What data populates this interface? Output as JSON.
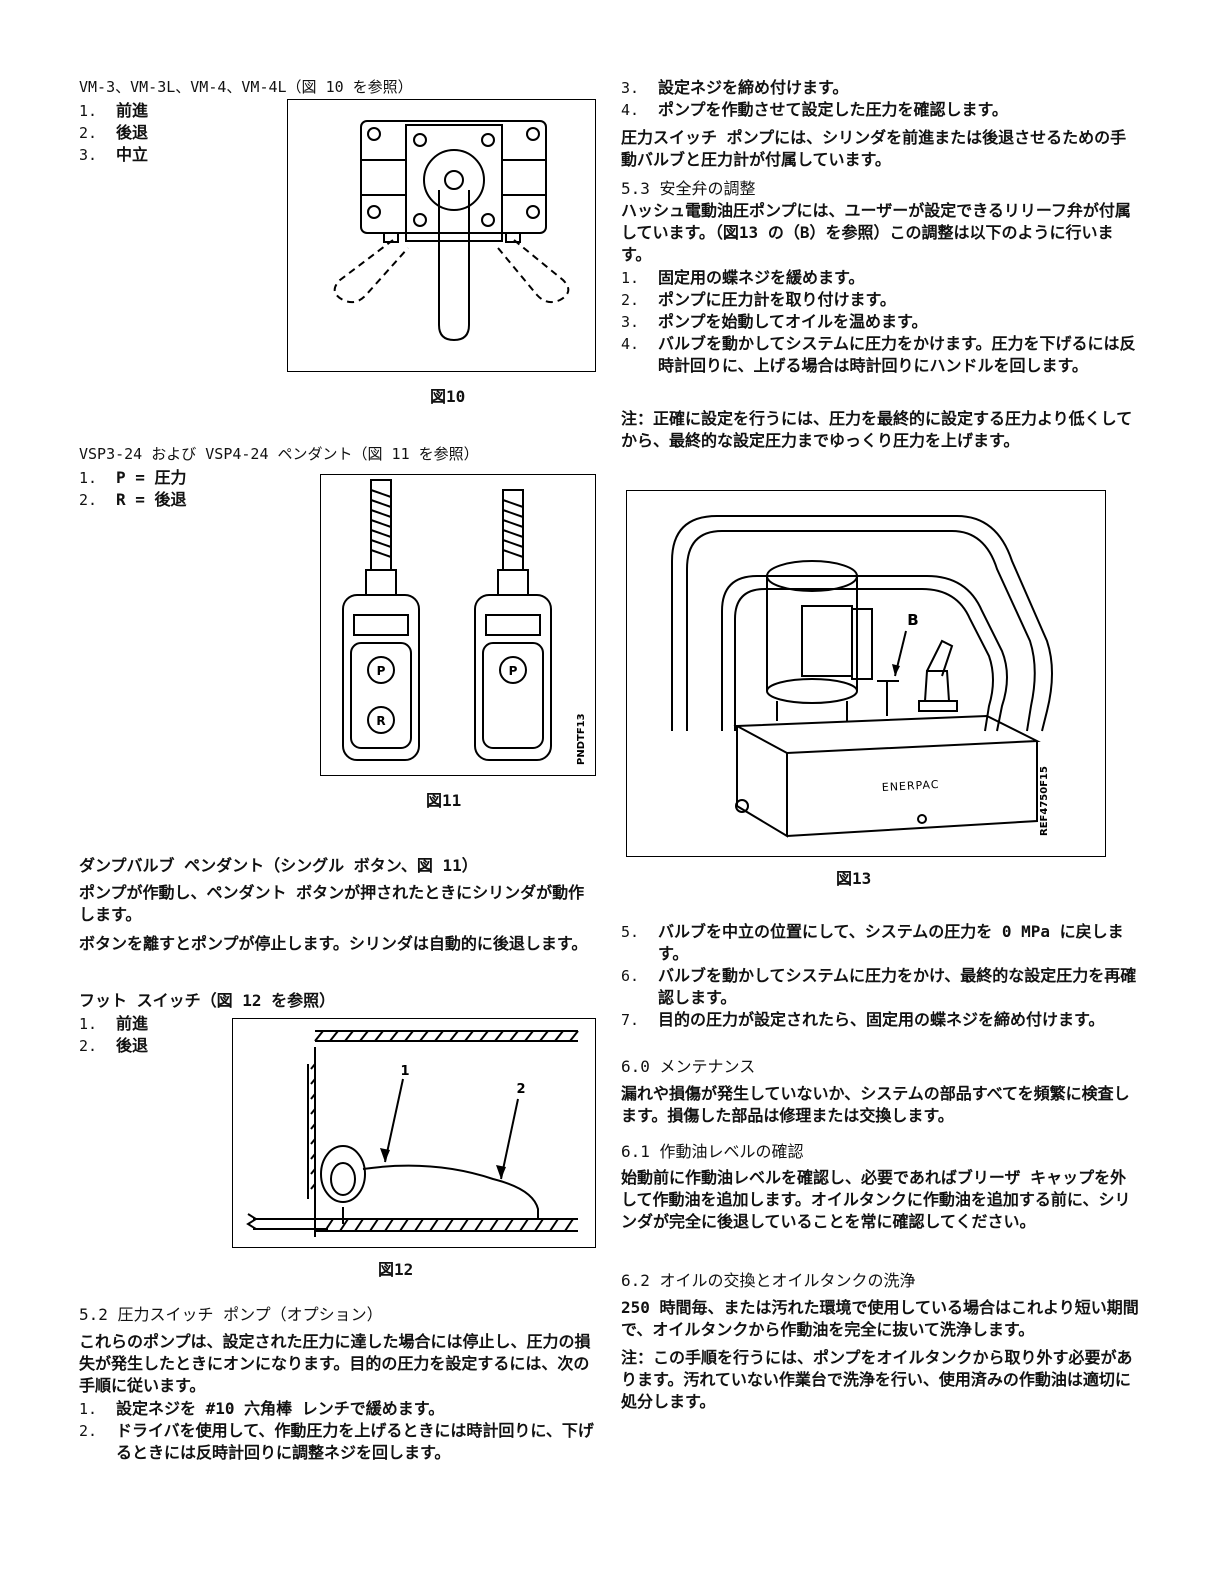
{
  "left": {
    "s1": {
      "heading": "VM-3、VM-3L、VM-4、VM-4L（図 10 を参照）",
      "items": [
        {
          "num": "1.",
          "text": "前進"
        },
        {
          "num": "2.",
          "text": "後退"
        },
        {
          "num": "3.",
          "text": "中立"
        }
      ],
      "figure_caption": "図10"
    },
    "s2": {
      "heading": "VSP3-24 および VSP4-24 ペンダント（図 11 を参照）",
      "items": [
        {
          "num": "1.",
          "text": "P = 圧力"
        },
        {
          "num": "2.",
          "text": "R = 後退"
        }
      ],
      "figure_caption": "図11",
      "figure_code": "PNDTF13"
    },
    "s3": {
      "heading": "ダンプバルブ ペンダント（シングル ボタン、図 11）",
      "p1": "ポンプが作動し、ペンダント ボタンが押されたときにシリンダが動作します。",
      "p2": "ボタンを離すとポンプが停止します。シリンダは自動的に後退します。"
    },
    "s4": {
      "heading": "フット スイッチ（図 12 を参照）",
      "items": [
        {
          "num": "1.",
          "text": "前進"
        },
        {
          "num": "2.",
          "text": "後退"
        }
      ],
      "figure_caption": "図12",
      "callout1": "1",
      "callout2": "2"
    },
    "s5": {
      "heading": "5.2 圧力スイッチ ポンプ（オプション）",
      "p1": "これらのポンプは、設定された圧力に達した場合には停止し、圧力の損失が発生したときにオンになります。目的の圧力を設定するには、次の手順に従います。",
      "items": [
        {
          "num": "1.",
          "text": "設定ネジを #10 六角棒 レンチで緩めます。"
        },
        {
          "num": "2.",
          "text": "ドライバを使用して、作動圧力を上げるときには時計回りに、下げるときには反時計回りに調整ネジを回します。"
        }
      ]
    }
  },
  "right": {
    "s1": {
      "items": [
        {
          "num": "3.",
          "text": "設定ネジを締め付けます。"
        },
        {
          "num": "4.",
          "text": "ポンプを作動させて設定した圧力を確認します。"
        }
      ],
      "p1": "圧力スイッチ ポンプには、シリンダを前進または後退させるための手動バルブと圧力計が付属しています。"
    },
    "s2": {
      "heading": "5.3 安全弁の調整",
      "p1": "ハッシュ電動油圧ポンプには、ユーザーが設定できるリリーフ弁が付属しています。（図13 の（B）を参照）この調整は以下のように行います。",
      "items": [
        {
          "num": "1.",
          "text": "固定用の蝶ネジを緩めます。"
        },
        {
          "num": "2.",
          "text": "ポンプに圧力計を取り付けます。"
        },
        {
          "num": "3.",
          "text": "ポンプを始動してオイルを温めます。"
        },
        {
          "num": "4.",
          "text": "バルブを動かしてシステムに圧力をかけます。圧力を下げるには反時計回りに、上げる場合は時計回りにハンドルを回します。"
        }
      ],
      "note": "注：正確に設定を行うには、圧力を最終的に設定する圧力より低くしてから、最終的な設定圧力までゆっくり圧力を上げます。"
    },
    "fig13": {
      "caption": "図13",
      "label_b": "B",
      "brand": "ENERPAC",
      "code": "REF4750F15"
    },
    "s3": {
      "items": [
        {
          "num": "5.",
          "text": "バルブを中立の位置にして、システムの圧力を 0 MPa に戻します。"
        },
        {
          "num": "6.",
          "text": "バルブを動かしてシステムに圧力をかけ、最終的な設定圧力を再確認します。"
        },
        {
          "num": "7.",
          "text": "目的の圧力が設定されたら、固定用の蝶ネジを締め付けます。"
        }
      ]
    },
    "s4": {
      "heading": "6.0 メンテナンス",
      "p1": "漏れや損傷が発生していないか、システムの部品すべてを頻繁に検査します。損傷した部品は修理または交換します。"
    },
    "s5": {
      "heading": "6.1 作動油レベルの確認",
      "p1": "始動前に作動油レベルを確認し、必要であればブリーザ キャップを外して作動油を追加します。オイルタンクに作動油を追加する前に、シリンダが完全に後退していることを常に確認してください。"
    },
    "s6": {
      "heading": "6.2 オイルの交換とオイルタンクの洗浄",
      "p1": "250 時間毎、または汚れた環境で使用している場合はこれより短い期間で、オイルタンクから作動油を完全に抜いて洗浄します。",
      "note": "注：この手順を行うには、ポンプをオイルタンクから取り外す必要があります。汚れていない作業台で洗浄を行い、使用済みの作動油は適切に処分します。"
    }
  }
}
